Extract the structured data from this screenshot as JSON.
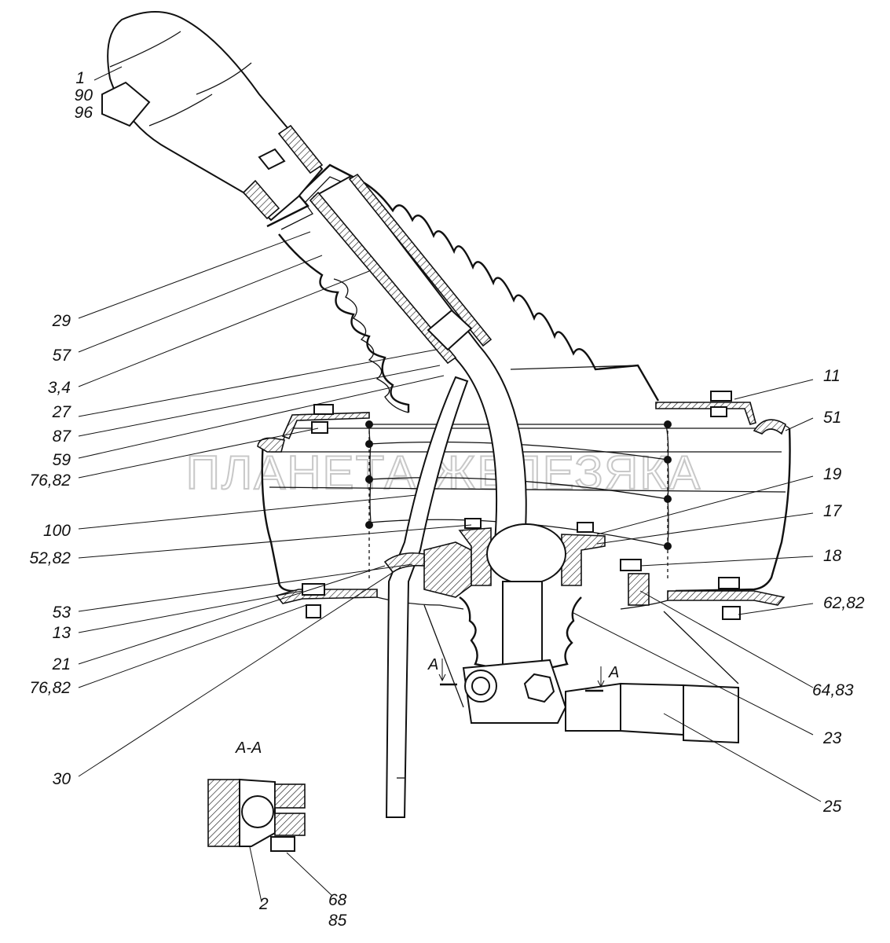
{
  "watermark": "ПЛАНЕТА ЖЕЛЕЗЯКА",
  "section": {
    "title": "A-A",
    "cut_mark_left": "A",
    "cut_mark_right": "A"
  },
  "callouts": {
    "c1": "1",
    "c90": "90",
    "c96": "96",
    "c29": "29",
    "c57": "57",
    "c3_4": "3,4",
    "c27": "27",
    "c87": "87",
    "c59": "59",
    "c76_82a": "76,82",
    "c100": "100",
    "c52_82": "52,82",
    "c53": "53",
    "c13": "13",
    "c21": "21",
    "c76_82b": "76,82",
    "c30": "30",
    "c11": "11",
    "c51": "51",
    "c19": "19",
    "c17": "17",
    "c18": "18",
    "c62_82": "62,82",
    "c64_83": "64,83",
    "c23": "23",
    "c25": "25",
    "c2": "2",
    "c68": "68",
    "c85": "85"
  }
}
